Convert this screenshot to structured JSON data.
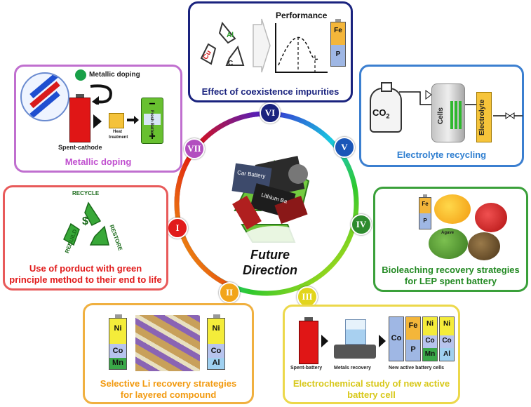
{
  "center": {
    "title_line1": "Future",
    "title_line2": "Direction",
    "battery_labels": [
      "Car Battery",
      "Lithium Ba"
    ]
  },
  "nodes": [
    "I",
    "II",
    "III",
    "IV",
    "V",
    "VI",
    "VII"
  ],
  "panel_i": {
    "caption_line1": "Use of porduct with green",
    "caption_line2": "principle method to their end to life",
    "ring_labels": {
      "top": "RECYCLE",
      "right": "RESTORE",
      "left": "REBUILD"
    }
  },
  "panel_ii": {
    "caption_line1": "Selective Li recovery strategies",
    "caption_line2": "for layered compound",
    "left_cell": [
      "Ni",
      "Co",
      "Mn"
    ],
    "right_cell": [
      "Ni",
      "Co",
      "Al"
    ]
  },
  "panel_iii": {
    "caption_line1": "Electrochemical study of new active",
    "caption_line2": "battery cell",
    "step1": "Spent-battery",
    "step2": "Metals recovery",
    "step3": "New active battery cells",
    "cells": {
      "co": "Co",
      "fe": "Fe",
      "p": "P",
      "ni1": "Ni",
      "co1": "Co",
      "mn": "Mn",
      "ni2": "Ni",
      "co2": "Co",
      "al": "Al"
    }
  },
  "panel_iv": {
    "caption_line1": "Bioleaching recovery strategies",
    "caption_line2": "for LEP spent battery",
    "cell": [
      "Fe",
      "P"
    ],
    "label": "Agave"
  },
  "panel_v": {
    "caption": "Electrolyte recycling",
    "co2": "CO",
    "co2_sub": "2",
    "cells": "Cells",
    "electrolyte": "Electrolyte"
  },
  "panel_vi": {
    "caption": "Effect of coexistence impurities",
    "chart_title": "Performance",
    "arrows": [
      "Al",
      "Cu",
      "C"
    ],
    "cell": [
      "Fe",
      "P"
    ]
  },
  "panel_vii": {
    "caption": "Metallic doping",
    "doping_label": "Metallic doping",
    "cathode_label": "Spent-cathode",
    "heat_label_1": "Heat",
    "heat_label_2": "treatment",
    "fresh_label": "Fresh Battery",
    "minus": "−",
    "plus": "+"
  },
  "colors": {
    "I": "#e11b1b",
    "II": "#f2a51a",
    "III": "#d8cf1a",
    "IV": "#2e8b2e",
    "V": "#1a56b8",
    "VI": "#1a237e",
    "VII": "#b24fbf"
  }
}
